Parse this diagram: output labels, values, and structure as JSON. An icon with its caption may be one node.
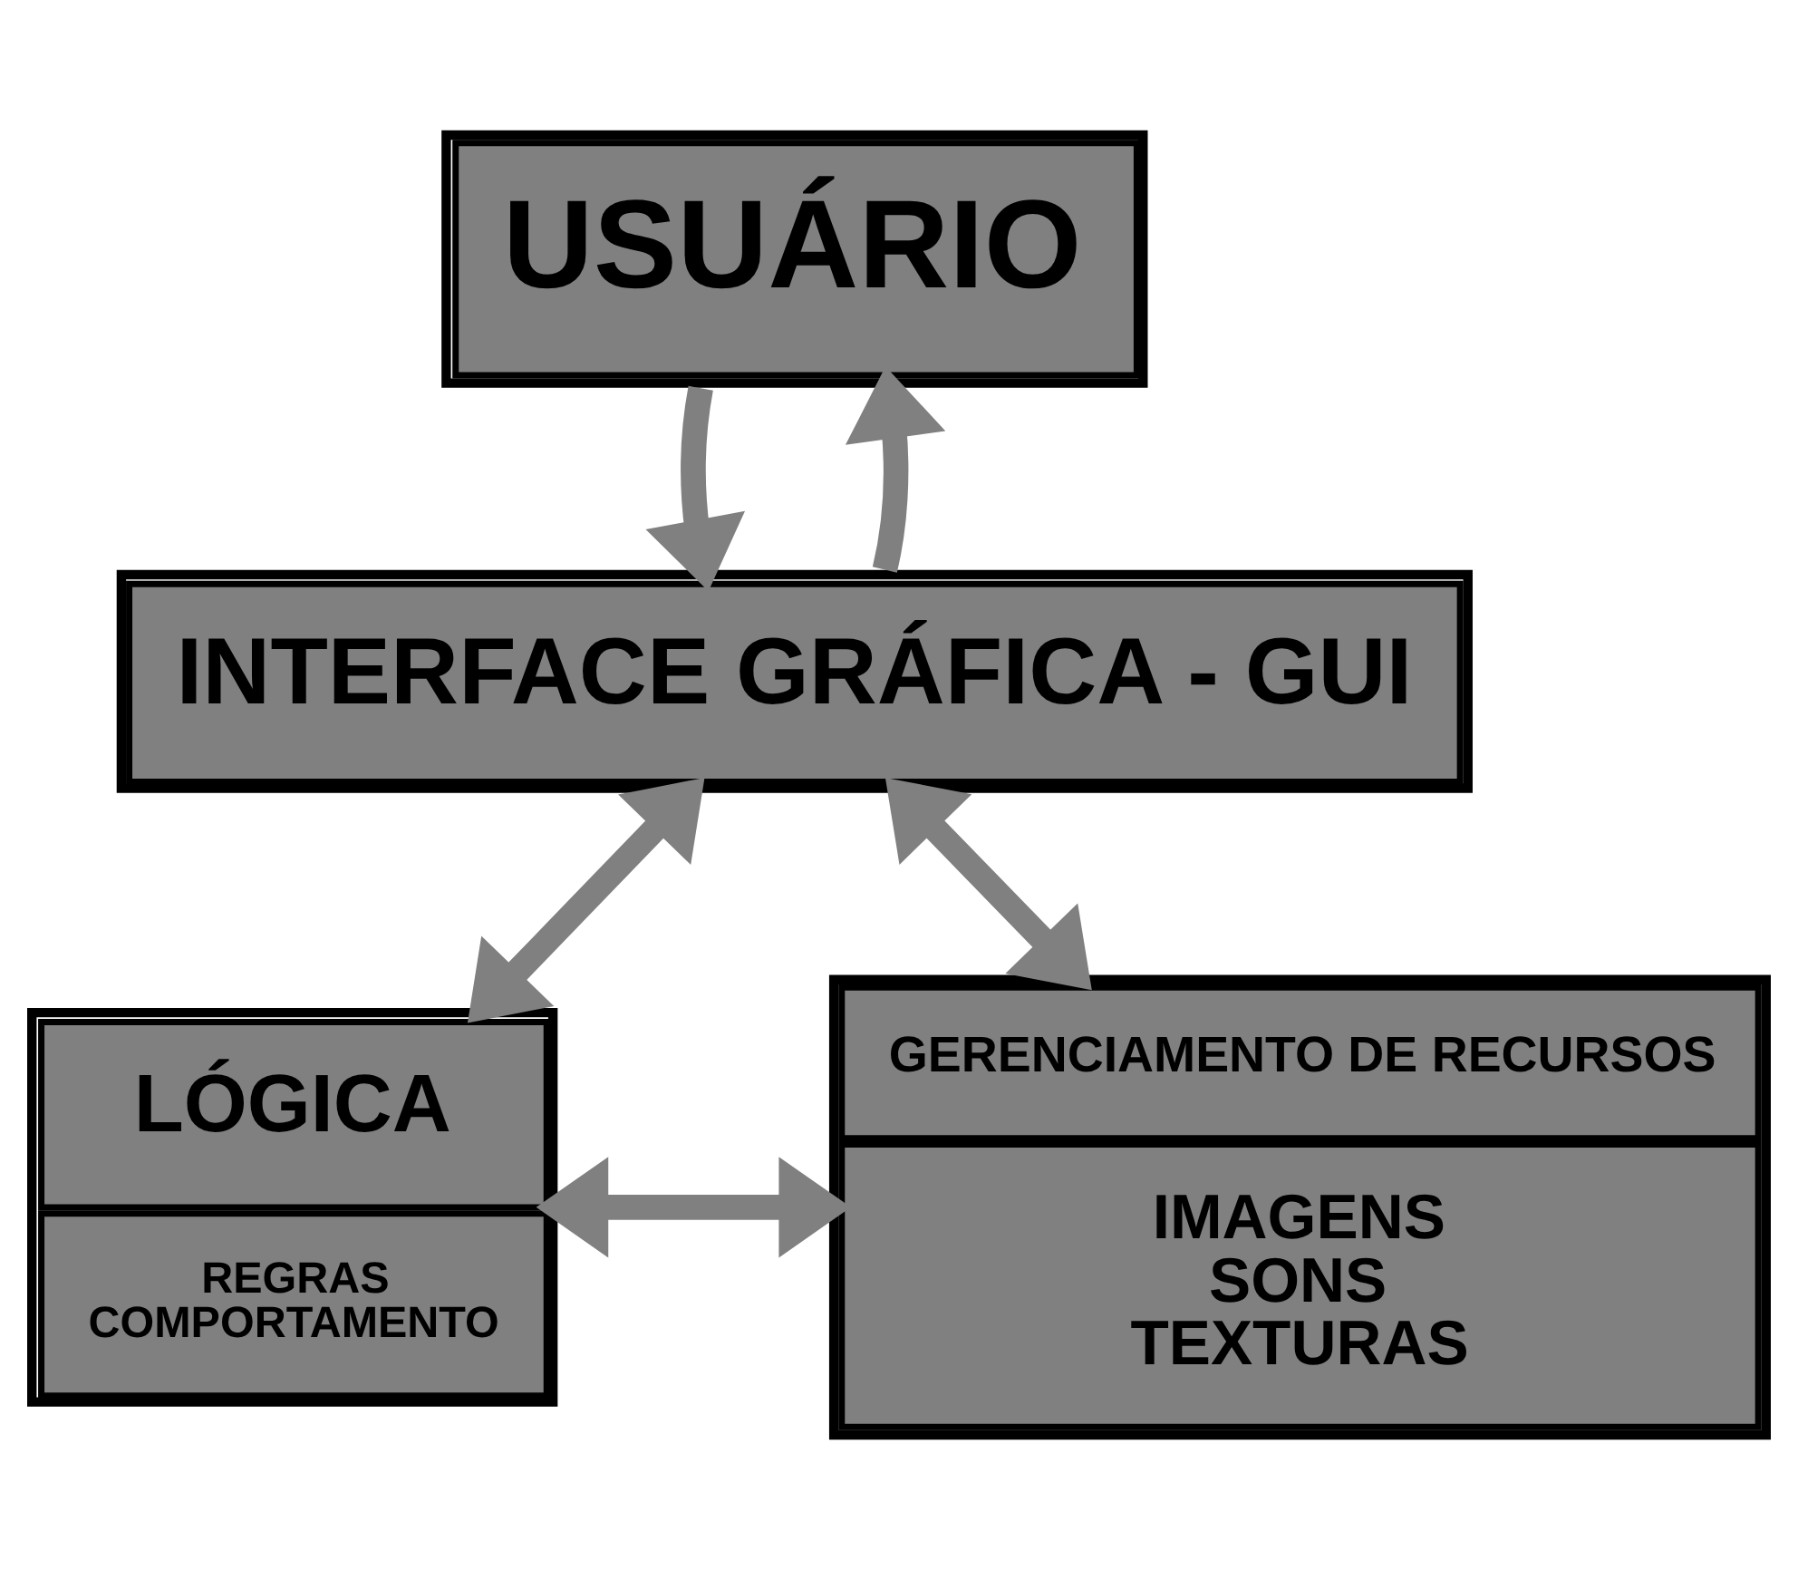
{
  "diagram": {
    "nodes": [
      {
        "text": [
          "USUÁRIO"
        ]
      },
      {
        "text": [
          "INTERFACE GRÁFICA - GUI"
        ]
      },
      {
        "text": [
          "LÓGICA",
          "REGRAS",
          "COMPORTAMENTO"
        ]
      },
      {
        "text": [
          "GERENCIAMENTO DE RECURSOS",
          "IMAGENS",
          "SONS",
          "TEXTURAS"
        ]
      }
    ],
    "edges": [
      {
        "from": 0,
        "to": 1,
        "arrow": "to"
      },
      {
        "from": 1,
        "to": 0,
        "arrow": "to"
      },
      {
        "from": 1,
        "to": 2,
        "arrow": "both"
      },
      {
        "from": 1,
        "to": 3,
        "arrow": "both"
      },
      {
        "from": 2,
        "to": 3,
        "arrow": "both"
      }
    ]
  }
}
